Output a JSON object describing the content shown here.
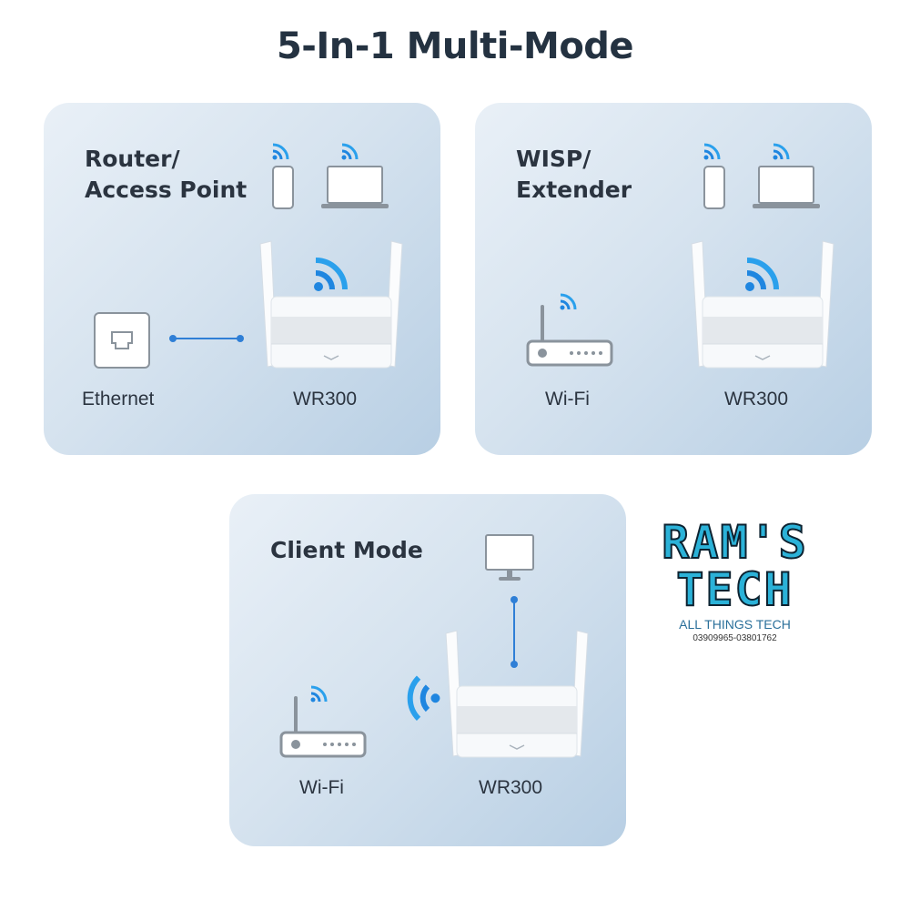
{
  "title": "5-In-1 Multi-Mode",
  "panels": [
    {
      "title_line1": "Router/",
      "title_line2": "Access Point",
      "left_label": "Ethernet",
      "right_label": "WR300"
    },
    {
      "title_line1": "WISP/",
      "title_line2": "Extender",
      "left_label": "Wi-Fi",
      "right_label": "WR300"
    },
    {
      "title_line1": "Client Mode",
      "left_label": "Wi-Fi",
      "right_label": "WR300"
    }
  ],
  "logo": {
    "line1": "RAM'S",
    "line2": "TECH",
    "tagline": "ALL THINGS TECH",
    "phone": "03909965-03801762"
  },
  "colors": {
    "accent": "#2f7fd6",
    "wifi": "#1f86e0",
    "text": "#2b3440"
  }
}
